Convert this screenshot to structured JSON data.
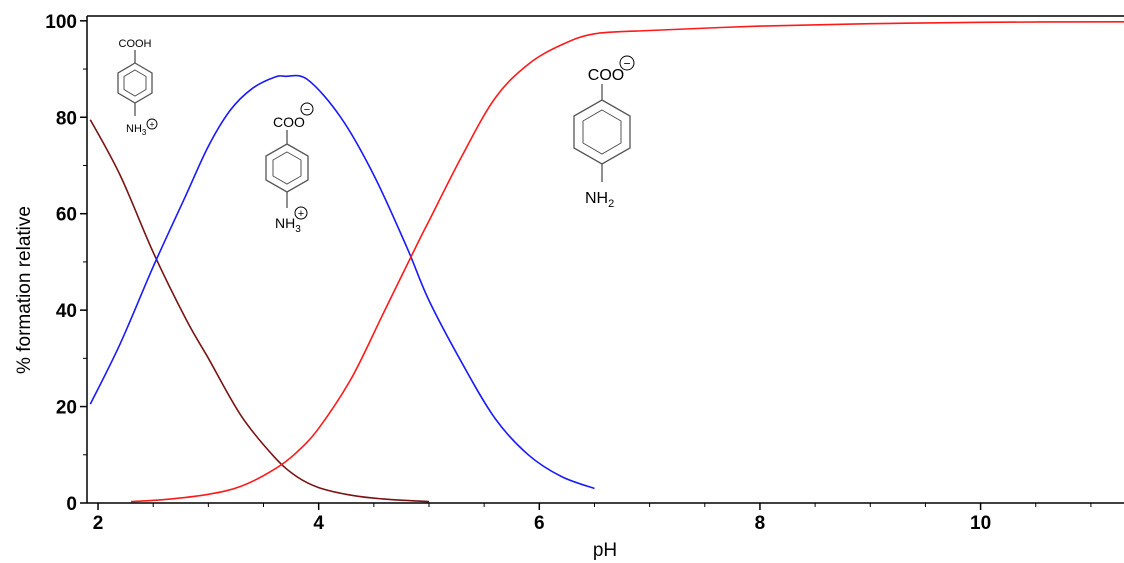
{
  "chart_data": {
    "type": "line",
    "title": "",
    "xlabel": "pH",
    "ylabel": "% formation relative",
    "xlim": [
      1.9,
      11.3
    ],
    "ylim": [
      0,
      101
    ],
    "xticks": [
      2,
      4,
      6,
      8,
      10
    ],
    "yticks": [
      0,
      20,
      40,
      60,
      80,
      100
    ],
    "grid": false,
    "series": [
      {
        "color": "#7a1414",
        "x": [
          1.93,
          2.2,
          2.5,
          2.8,
          3.0,
          3.3,
          3.6,
          3.8,
          4.0,
          4.3,
          4.6,
          5.0
        ],
        "y": [
          79.5,
          68,
          52,
          38,
          30,
          18,
          9.5,
          5.5,
          3.2,
          1.6,
          0.8,
          0.3
        ]
      },
      {
        "color": "#1a1aff",
        "x": [
          1.93,
          2.2,
          2.5,
          2.8,
          3.0,
          3.2,
          3.4,
          3.6,
          3.7,
          3.9,
          4.2,
          4.5,
          4.8,
          5.0,
          5.3,
          5.6,
          5.9,
          6.2,
          6.5
        ],
        "y": [
          20.5,
          33,
          49,
          64,
          74,
          81.5,
          86,
          88.3,
          88.5,
          87.8,
          80,
          68,
          53,
          42,
          29,
          17.5,
          10,
          5.5,
          3
        ]
      },
      {
        "color": "#ff1a1a",
        "x": [
          2.3,
          2.6,
          3.0,
          3.3,
          3.6,
          3.8,
          4.0,
          4.3,
          4.6,
          4.9,
          5.0,
          5.3,
          5.6,
          5.9,
          6.2,
          6.5,
          7.0,
          8.0,
          9.0,
          10.0,
          11.3
        ],
        "y": [
          0.3,
          0.7,
          1.8,
          3.5,
          7,
          10.5,
          15.5,
          26,
          40,
          54,
          58.5,
          72,
          84,
          91,
          95,
          97.3,
          98,
          98.9,
          99.4,
          99.7,
          99.8
        ]
      }
    ],
    "annotations": [
      {
        "top_label": "COOH",
        "top_charge": "",
        "bottom_label": "NH",
        "bottom_sub": "3",
        "bottom_charge": "+"
      },
      {
        "top_label": "COO",
        "top_charge": "−",
        "bottom_label": "NH",
        "bottom_sub": "3",
        "bottom_charge": "+"
      },
      {
        "top_label": "COO",
        "top_charge": "−",
        "bottom_label": "NH",
        "bottom_sub": "2",
        "bottom_charge": ""
      }
    ]
  }
}
